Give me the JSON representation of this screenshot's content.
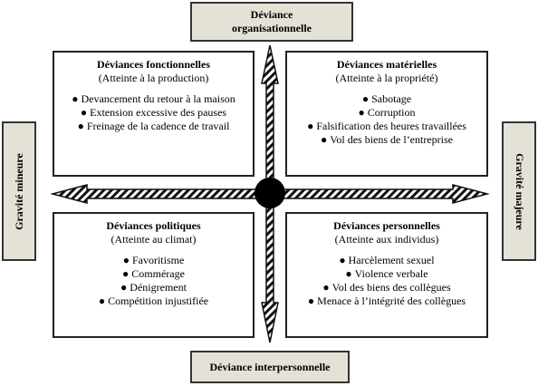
{
  "axes": {
    "top": "Déviance organisationnelle",
    "top_lines": [
      "Déviance",
      "organisationnelle"
    ],
    "bottom": "Déviance interpersonnelle",
    "left": "Gravité mineure",
    "right": "Gravité majeure"
  },
  "quadrants": {
    "top_left": {
      "title": "Déviances fonctionnelles",
      "subtitle": "(Atteinte à la production)",
      "items": [
        "Devancement du retour à la maison",
        "Extension excessive des pauses",
        "Freinage de la cadence de travail"
      ]
    },
    "top_right": {
      "title": "Déviances matérielles",
      "subtitle": "(Atteinte à la propriété)",
      "items": [
        "Sabotage",
        "Corruption",
        "Falsification des heures travaillées",
        "Vol des biens de l’entreprise"
      ]
    },
    "bottom_left": {
      "title": "Déviances politiques",
      "subtitle": "(Atteinte au climat)",
      "items": [
        "Favoritisme",
        "Commérage",
        "Dénigrement",
        "Compétition injustifiée"
      ]
    },
    "bottom_right": {
      "title": "Déviances personnelles",
      "subtitle": "(Atteinte aux individus)",
      "items": [
        "Harcèlement sexuel",
        "Violence verbale",
        "Vol des biens des collègues",
        "Menace à l’intégrité des collègues"
      ]
    }
  },
  "colors": {
    "label_fill": "#e4e1d6",
    "border": "#222222",
    "center_dot": "#000000"
  }
}
